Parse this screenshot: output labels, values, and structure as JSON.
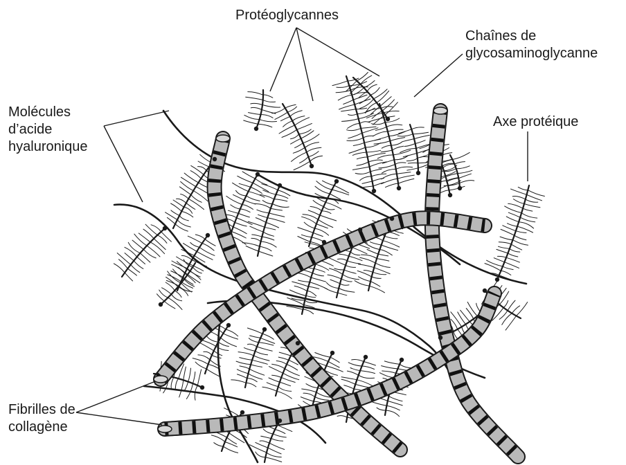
{
  "labels": {
    "proteoglycans": "Protéoglycannes",
    "gag_chains": [
      "Chaînes de",
      "glycosaminoglycanne"
    ],
    "hyaluronic": [
      "Molécules",
      "d’acide",
      "hyaluronique"
    ],
    "core_protein": "Axe protéique",
    "collagen": [
      "Fibrilles de",
      "collagène"
    ]
  },
  "colors": {
    "ink": "#1a1a1a",
    "fibril_fill": "#b9b9b9",
    "band": "#111111"
  }
}
